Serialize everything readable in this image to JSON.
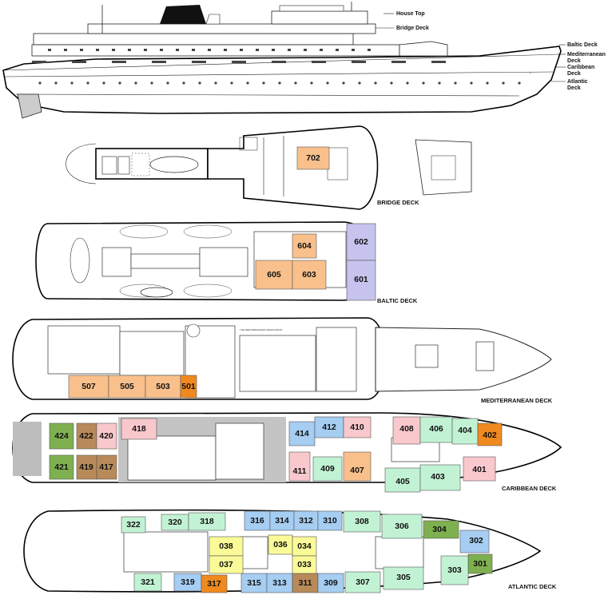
{
  "colors": {
    "orange_light": "#f9c08c",
    "orange": "#f08a1e",
    "purple": "#c6c4ee",
    "green": "#c2f2d4",
    "blue": "#a6cdf2",
    "pink": "#f8c8cc",
    "olive": "#7fb050",
    "tan": "#b88a5a",
    "yellow": "#fafa98"
  },
  "profile_labels": {
    "house_top": "House Top",
    "bridge": "Bridge Deck",
    "baltic": "Baltic Deck",
    "mediterranean": "Mediterranean Deck",
    "caribbean": "Caribbean Deck",
    "atlantic": "Atlantic Deck"
  },
  "decks": {
    "bridge": {
      "name": "BRIDGE DECK"
    },
    "baltic": {
      "name": "BALTIC DECK"
    },
    "mediterranean": {
      "name": "MEDITERRANEAN  DECK"
    },
    "caribbean": {
      "name": "CARIBBEAN DECK"
    },
    "atlantic": {
      "name": "ATLANTIC DECK"
    }
  },
  "cabins": {
    "c702": "702",
    "c604": "604",
    "c602": "602",
    "c605": "605",
    "c603": "603",
    "c601": "601",
    "c507": "507",
    "c505": "505",
    "c503": "503",
    "c501": "501",
    "c424": "424",
    "c422": "422",
    "c420": "420",
    "c418": "418",
    "c421": "421",
    "c419": "419",
    "c417": "417",
    "c414": "414",
    "c412": "412",
    "c410": "410",
    "c411": "411",
    "c409": "409",
    "c407": "407",
    "c408": "408",
    "c406": "406",
    "c404": "404",
    "c402": "402",
    "c405": "405",
    "c403": "403",
    "c401": "401",
    "c322": "322",
    "c320": "320",
    "c318": "318",
    "c316": "316",
    "c314": "314",
    "c312": "312",
    "c310": "310",
    "c308": "308",
    "c306": "306",
    "c304": "304",
    "c302": "302",
    "c301": "301",
    "c303": "303",
    "c321": "321",
    "c319": "319",
    "c317": "317",
    "c315": "315",
    "c313": "313",
    "c311": "311",
    "c309": "309",
    "c307": "307",
    "c305": "305",
    "c038": "038",
    "c037": "037",
    "c036": "036",
    "c034": "034",
    "c033": "033"
  },
  "room_labels": {
    "restaurant": "THE MEDITERRANEAN RESTAURANT"
  }
}
